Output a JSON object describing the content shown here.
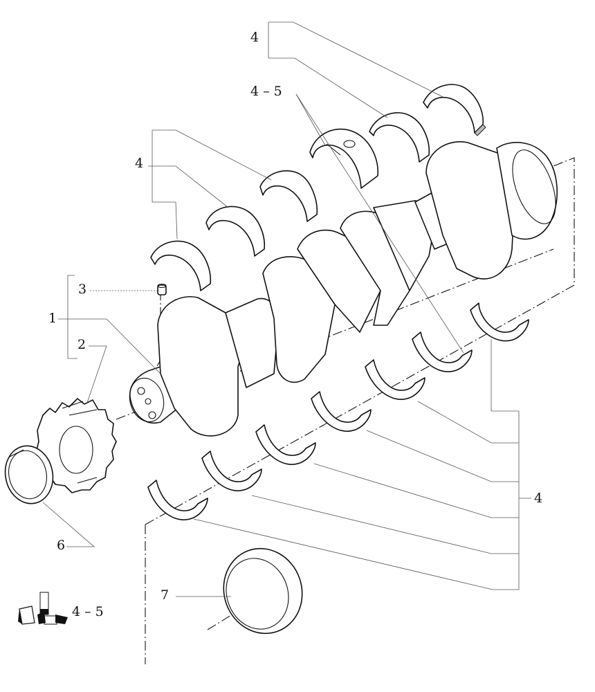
{
  "callouts": {
    "c4_top": "4",
    "c45_top": "4 – 5",
    "c4_left": "4",
    "c3": "3",
    "c1": "1",
    "c2": "2",
    "c6": "6",
    "c7": "7",
    "c4_right": "4",
    "c45_legend": "4 – 5"
  },
  "icons": {
    "legend": "parts-kit-icon"
  }
}
